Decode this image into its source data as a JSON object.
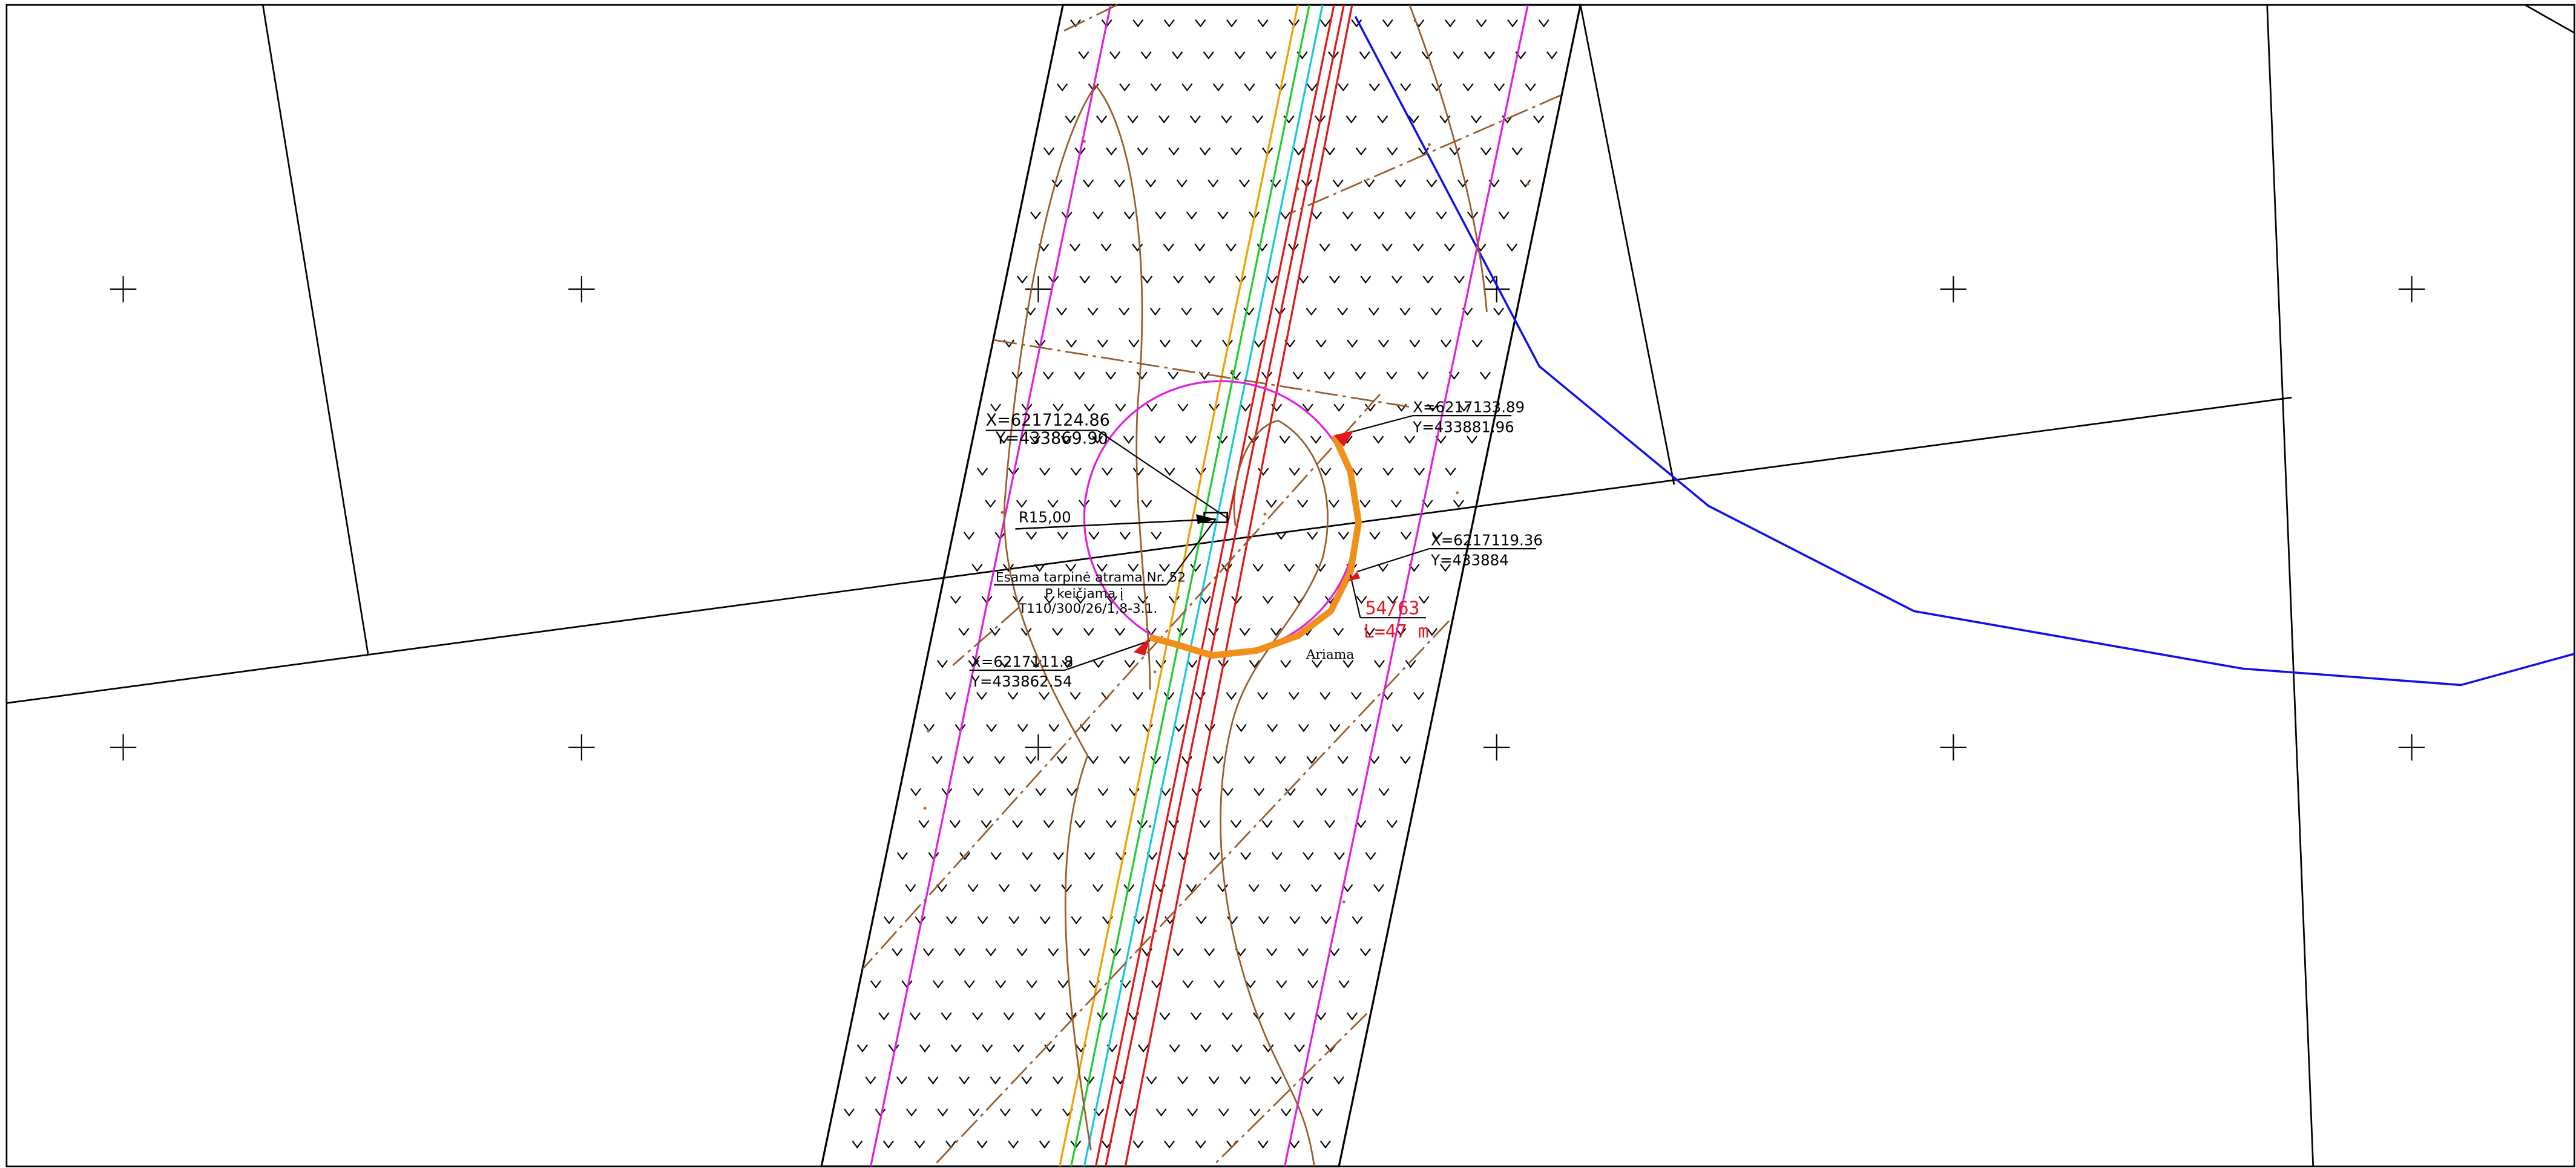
{
  "map": {
    "colors": {
      "boundary": "#000000",
      "magenta": "#e020e0",
      "red": "#e01818",
      "green": "#22cc33",
      "cyan": "#18c8e0",
      "orange_line": "#f0a000",
      "brown": "#9a5a2a",
      "blue": "#1010ee",
      "pipe": "#f0901a",
      "red_label": "#e8141c"
    },
    "icons": {
      "grid_marker": "plus-crosshair",
      "meadow_symbol": "v-hatch",
      "arrow": "red-arrowhead"
    },
    "labels": {
      "coord_top_left_x": "X=6217124.86",
      "coord_top_left_y": "Y=433869.90",
      "coord_top_right_x": "X=6217133.89",
      "coord_top_right_y": "Y=433881.96",
      "coord_right_x": "X=6217119.36",
      "coord_right_y": "Y=433884",
      "coord_bottom_left_x": "X=6217111.8",
      "coord_bottom_left_y": "Y=433862.54",
      "radius": "R15,00",
      "chamber_line1": "Esama tarpinė atrama Nr. 52",
      "chamber_line2": "P keičiama į",
      "chamber_line3": "T110/300/26/1,8-3.1.",
      "pipe_spec": "54/63",
      "pipe_length": "L=47 m",
      "land_use": "Ariama"
    }
  }
}
